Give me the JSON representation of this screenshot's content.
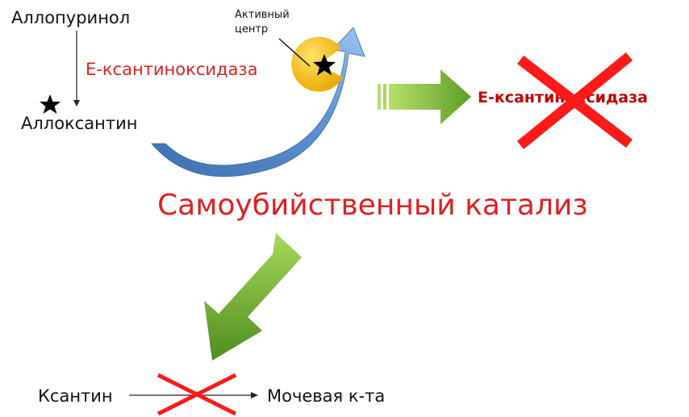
{
  "labels": {
    "allopurinol": "Аллопуринол",
    "alloxanthine": "Аллоксантин",
    "enzyme_left": "Е-ксантиноксидаза",
    "active_site_line1": "Активный",
    "active_site_line2": "центр",
    "enzyme_right": "Е-ксантиноксидаза",
    "catalysis_title": "Самоубийственный катализ",
    "xanthine": "Ксантин",
    "uric_acid": "Мочевая к-та"
  },
  "colors": {
    "text_red": "#e02020",
    "enzyme_dark_red": "#c00000",
    "cross_red": "#ff1a1a",
    "arrow_green_light": "#9bd24c",
    "arrow_green_dark": "#5e9c28",
    "arrow_blue_light": "#8db8e8",
    "arrow_blue_dark": "#3d6fb0",
    "enzyme_yellow_light": "#ffd84a",
    "enzyme_yellow_dark": "#e8a800"
  },
  "icons": {
    "star": "black-star-icon",
    "enzyme": "pacman-enzyme-icon",
    "cross": "red-x-cross-icon"
  }
}
